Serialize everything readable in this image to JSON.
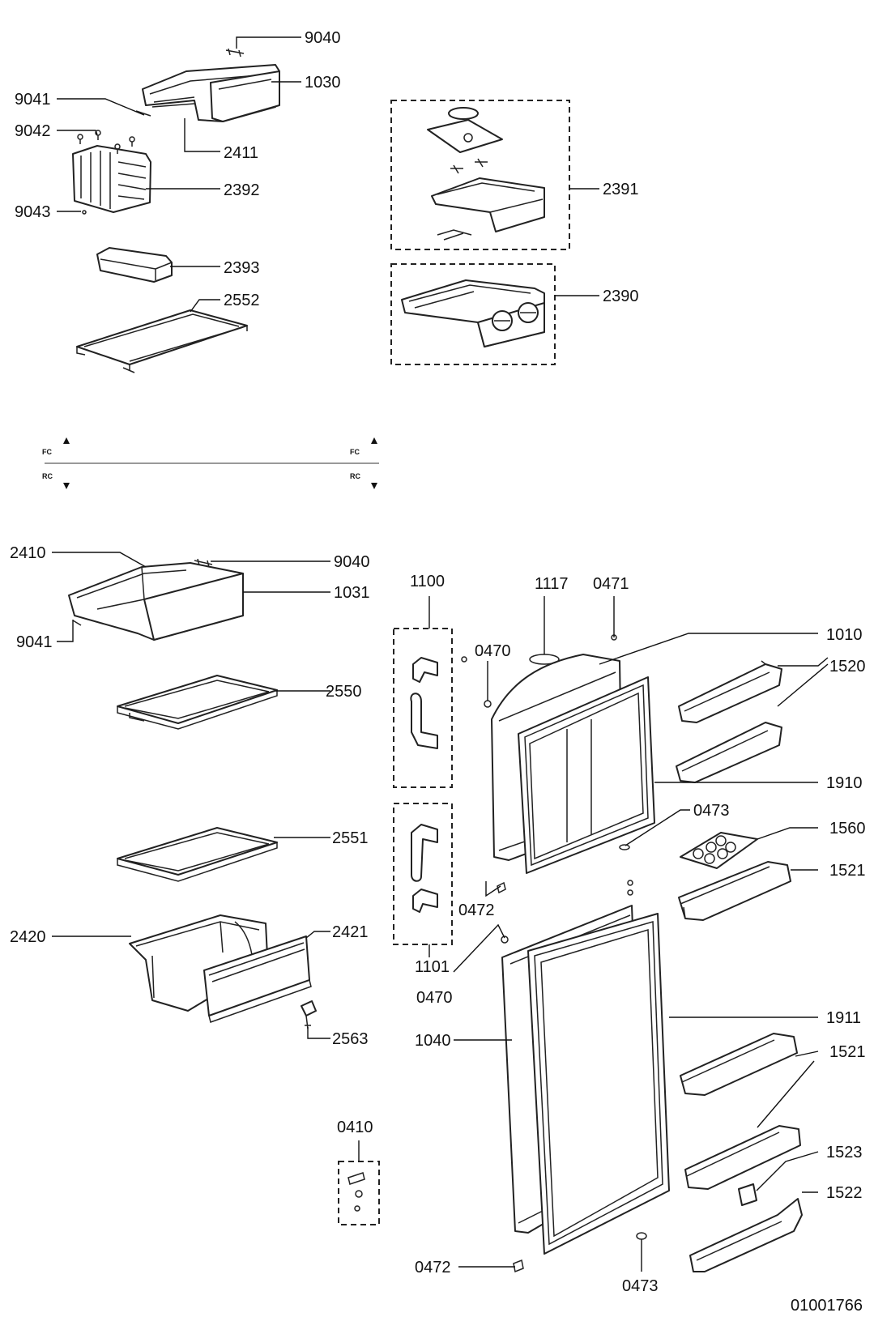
{
  "diagram": {
    "drawing_number": "01001766",
    "section_markers": {
      "upper": "FC",
      "lower": "RC"
    },
    "part_labels": {
      "p9040_top": "9040",
      "p1030": "1030",
      "p9041_top": "9041",
      "p9042": "9042",
      "p2411": "2411",
      "p2392": "2392",
      "p9043": "9043",
      "p2393": "2393",
      "p2552": "2552",
      "p2391": "2391",
      "p2390": "2390",
      "p2410": "2410",
      "p9040_bottom": "9040",
      "p1031": "1031",
      "p9041_bottom": "9041",
      "p2550": "2550",
      "p2551": "2551",
      "p2420": "2420",
      "p2421": "2421",
      "p2563": "2563",
      "p0410": "0410",
      "p1100": "1100",
      "p1101": "1101",
      "p1117": "1117",
      "p0471": "0471",
      "p1010": "1010",
      "p0470_top": "0470",
      "p1520": "1520",
      "p1910": "1910",
      "p0473_top": "0473",
      "p1560": "1560",
      "p1521_top": "1521",
      "p0472_top": "0472",
      "p0470_bottom": "0470",
      "p1911": "1911",
      "p1040": "1040",
      "p1521_bottom": "1521",
      "p1523": "1523",
      "p1522": "1522",
      "p0472_bottom": "0472",
      "p0473_bottom": "0473"
    }
  }
}
